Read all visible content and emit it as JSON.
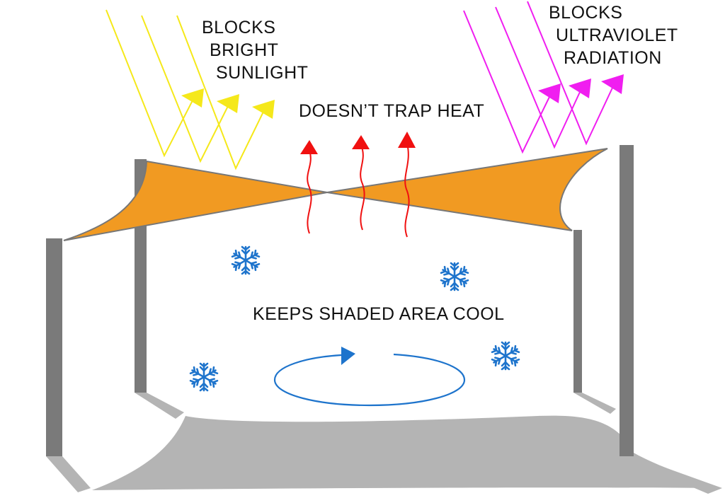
{
  "labels": {
    "sunlight": [
      "BLOCKS",
      "BRIGHT",
      "SUNLIGHT"
    ],
    "heat": "DOESN’T TRAP HEAT",
    "uv": [
      "BLOCKS",
      "ULTRAVIOLET",
      "RADIATION"
    ],
    "cool": "KEEPS SHADED AREA COOL"
  },
  "colors": {
    "sunlight": "#f5e81a",
    "uv": "#f01ef0",
    "heat": "#f01010",
    "sail": "#f19a22",
    "post": "#7a7a7a",
    "shadow": "#b4b4b4",
    "cool": "#1e74cc"
  },
  "icons": [
    "snowflake-icon",
    "circular-arrow-icon",
    "heat-arrow-icon",
    "sun-ray-icon",
    "uv-ray-icon"
  ]
}
